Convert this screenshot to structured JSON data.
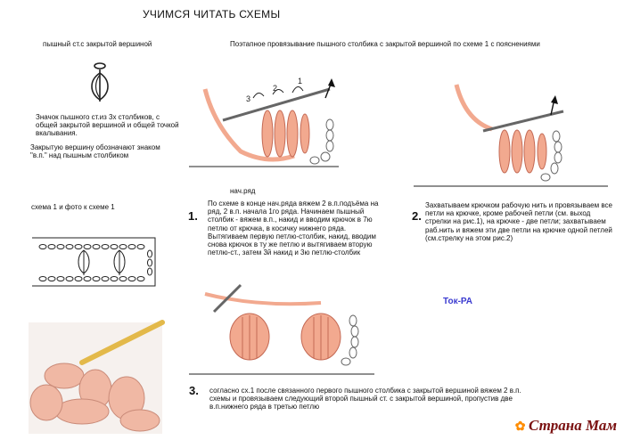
{
  "page": {
    "title": "УЧИМСЯ ЧИТАТЬ СХЕМЫ",
    "left_header": "пышный ст.с закрытой вершиной",
    "right_header": "Поэтапное провязывание пышного столбика с закрытой вершиной по схеме 1 с пояснениями",
    "symbol_caption": "Значок пышного ст.из 3х столбиков, с общей закрытой  вершиной и общей точкой вкалывания.",
    "top_note": "Закрытую вершину обозначают знаком \"в.п.\" над пышным столбиком",
    "scheme_label": "схема 1 и фото к схеме 1",
    "row_label": "нач.ряд",
    "brand": "Ток-РА",
    "watermark": "Страна Мам"
  },
  "steps": [
    {
      "number": "1.",
      "text": "По схеме  в конце нач.ряда вяжем 2 в.п.подъёма на ряд, 2 в.п. начала 1го ряда. Начинаем пышный столбик - вяжем в.п., накид  и вводим крючок в 7ю петлю от крючка, в косичку нижнего ряда. Вытягиваем первую петлю-столбик, накид, вводим снова крючок в ту же петлю и вытягиваем вторую петлю-ст., затем 3й накид и 3ю петлю-столбик"
    },
    {
      "number": "2.",
      "text": "Захватываем крючком рабочую нить и провязываем все петли на крючке, кроме рабочей петли (см. выход стрелки на рис.1),  на крючке - две петли; захватываем раб.нить и вяжем эти две петли на крючке одной петлей (см.стрелку на этом рис.2)"
    },
    {
      "number": "3.",
      "text": "согласно сх.1  после связанного первого пышного столбика с закрытой вершиной  вяжем 2 в.п. схемы и провязываем следующий второй  пышный ст. с закрытой вершиной, пропустив две в.п.нижнего ряда в третью петлю"
    }
  ],
  "figure1_numbers": [
    "3",
    "2",
    "1"
  ],
  "colors": {
    "yarn": "#f2a98f",
    "yarn_edge": "#c46a55",
    "brand": "#3a3ad0",
    "watermark": "#7a1010"
  }
}
